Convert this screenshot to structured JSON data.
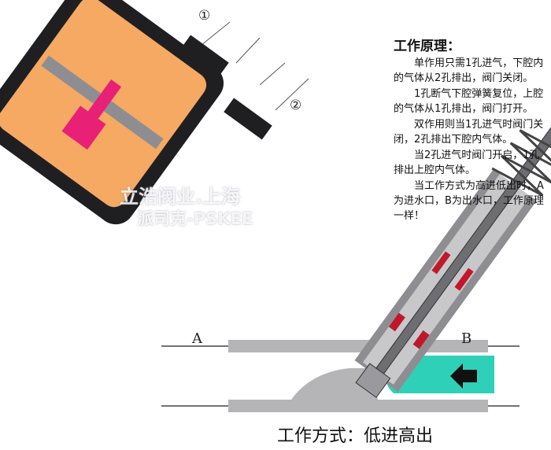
{
  "diagram": {
    "port_1_marker": "①",
    "port_2_marker": "②",
    "port_a_label": "A",
    "port_b_label": "B",
    "watermark_line1": "立浩阀业.上海",
    "watermark_line2": "派司克-PSKEE",
    "colors": {
      "actuator_orange": "#F5A963",
      "valve_body_teal": "#2ED1B8",
      "seal_red": "#C0182B",
      "piston_pink": "#E82076",
      "metal_gray": "#A9A9AD",
      "dark_housing": "#1F1F22"
    }
  },
  "principle": {
    "title": "工作原理：",
    "paragraphs": [
      "单作用只需1孔进气，下腔内的气体从2孔排出，阀门关闭。",
      "1孔断气下腔弹簧复位，上腔的气体从1孔排出，阀门打开。",
      "双作用则当1孔进气时阀门关闭，2孔排出下腔内气体。",
      "当2孔进气时阀门开启，1孔排出上腔内气体。",
      "当工作方式为高进低出时，A为进水口，B为出水口，工作原理一样！"
    ]
  },
  "caption": "工作方式：低进高出"
}
